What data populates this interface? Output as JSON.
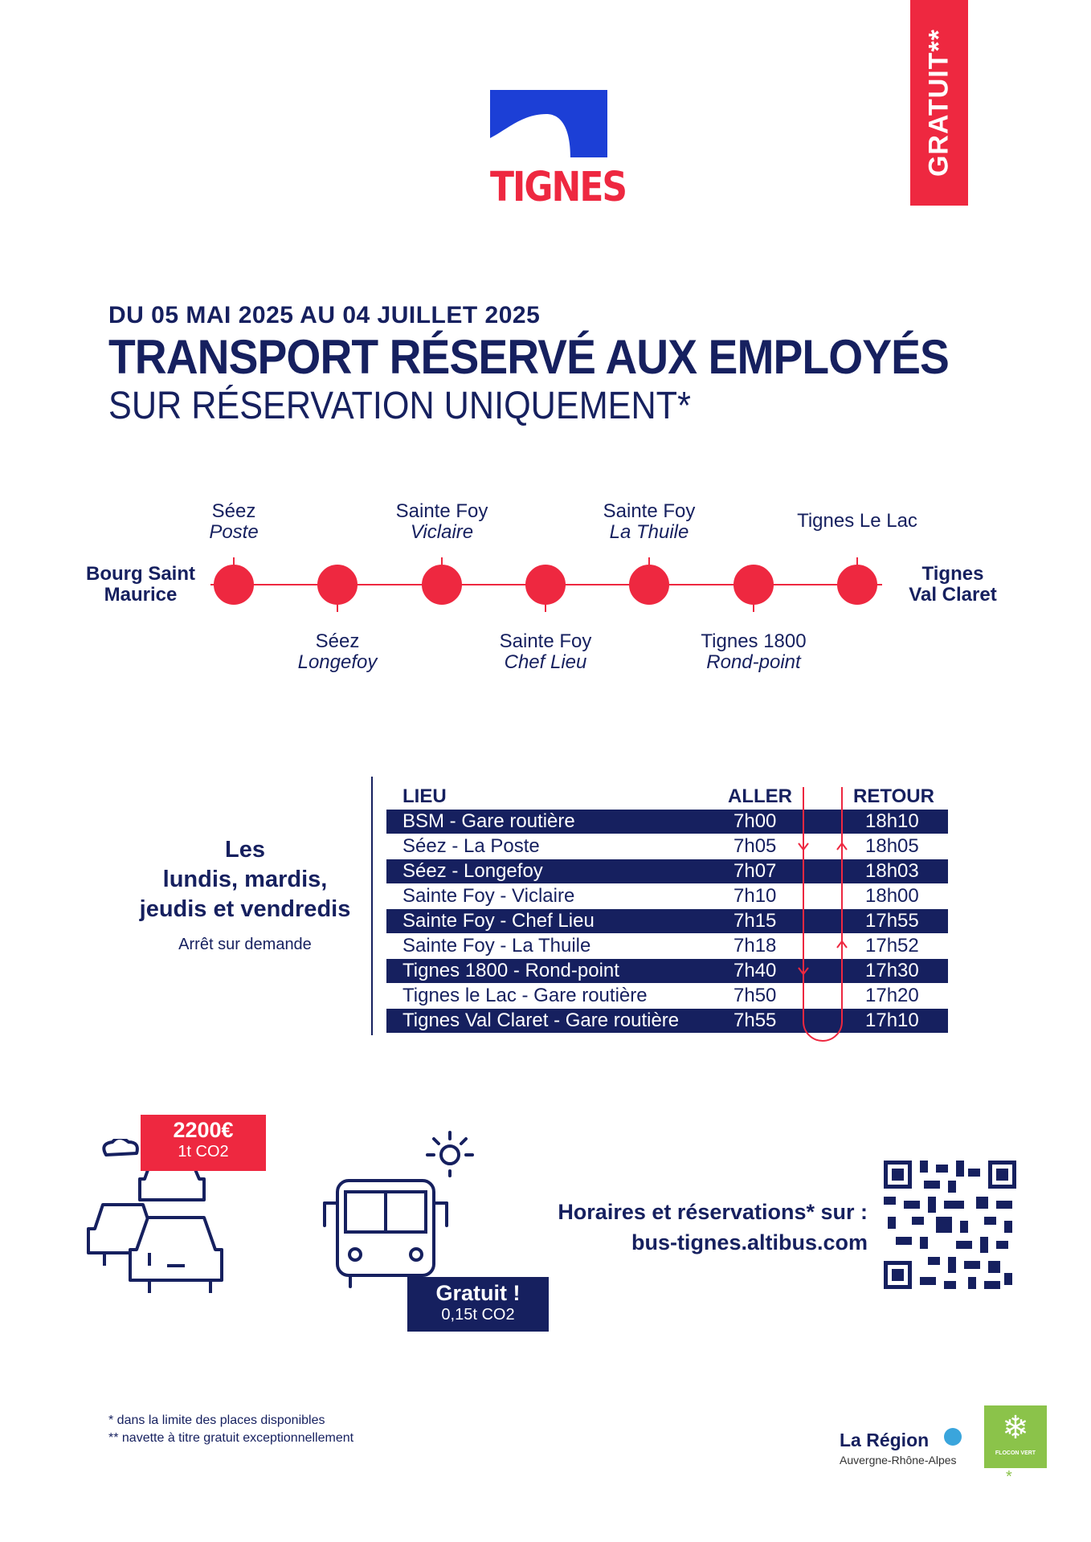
{
  "brand": {
    "logo_text": "TIGNES",
    "band_text": "GRATUIT**"
  },
  "header": {
    "dates": "DU 05 MAI 2025 AU 04 JUILLET 2025",
    "title": "TRANSPORT RÉSERVÉ AUX EMPLOYÉS",
    "subtitle": "SUR RÉSERVATION UNIQUEMENT*"
  },
  "route": {
    "start": [
      "Bourg Saint",
      "Maurice"
    ],
    "end": [
      "Tignes",
      "Val Claret"
    ],
    "stops": [
      {
        "name": "Séez",
        "sub": "Poste"
      },
      {
        "name": "Séez",
        "sub": "Longefoy"
      },
      {
        "name": "Sainte Foy",
        "sub": "Viclaire"
      },
      {
        "name": "Sainte Foy",
        "sub": "Chef Lieu"
      },
      {
        "name": "Sainte Foy",
        "sub": "La Thuile"
      },
      {
        "name": "Tignes 1800",
        "sub": "Rond-point"
      },
      {
        "name": "Tignes Le Lac",
        "sub": ""
      }
    ]
  },
  "timetable": {
    "days": [
      "Les",
      "lundis, mardis,",
      "jeudis et vendredis"
    ],
    "note": "Arrêt sur demande",
    "headers": {
      "place": "LIEU",
      "out": "ALLER",
      "back": "RETOUR"
    },
    "rows": [
      {
        "place": "BSM - Gare routière",
        "out": "7h00",
        "back": "18h10"
      },
      {
        "place": "Séez - La Poste",
        "out": "7h05",
        "back": "18h05"
      },
      {
        "place": "Séez - Longefoy",
        "out": "7h07",
        "back": "18h03"
      },
      {
        "place": "Sainte Foy - Viclaire",
        "out": "7h10",
        "back": "18h00"
      },
      {
        "place": "Sainte Foy - Chef Lieu",
        "out": "7h15",
        "back": "17h55"
      },
      {
        "place": "Sainte Foy - La Thuile",
        "out": "7h18",
        "back": "17h52"
      },
      {
        "place": "Tignes 1800 - Rond-point",
        "out": "7h40",
        "back": "17h30"
      },
      {
        "place": "Tignes le Lac - Gare routière",
        "out": "7h50",
        "back": "17h20"
      },
      {
        "place": "Tignes Val Claret - Gare routière",
        "out": "7h55",
        "back": "17h10"
      }
    ]
  },
  "comparison": {
    "car_price": "2200€",
    "car_co2": "1t CO2",
    "bus_price": "Gratuit !",
    "bus_co2": "0,15t CO2"
  },
  "cta": {
    "line1": "Horaires et réservations* sur :",
    "line2": "bus-tignes.altibus.com"
  },
  "footnotes": [
    "* dans la limite des places disponibles",
    "** navette à titre gratuit exceptionnellement"
  ],
  "partners": {
    "region_name": "La Région",
    "region_sub": "Auvergne-Rhône-Alpes",
    "label_text": "FLOCON VERT"
  },
  "colors": {
    "navy": "#16205f",
    "red": "#ee2840",
    "green": "#8bc34a"
  }
}
